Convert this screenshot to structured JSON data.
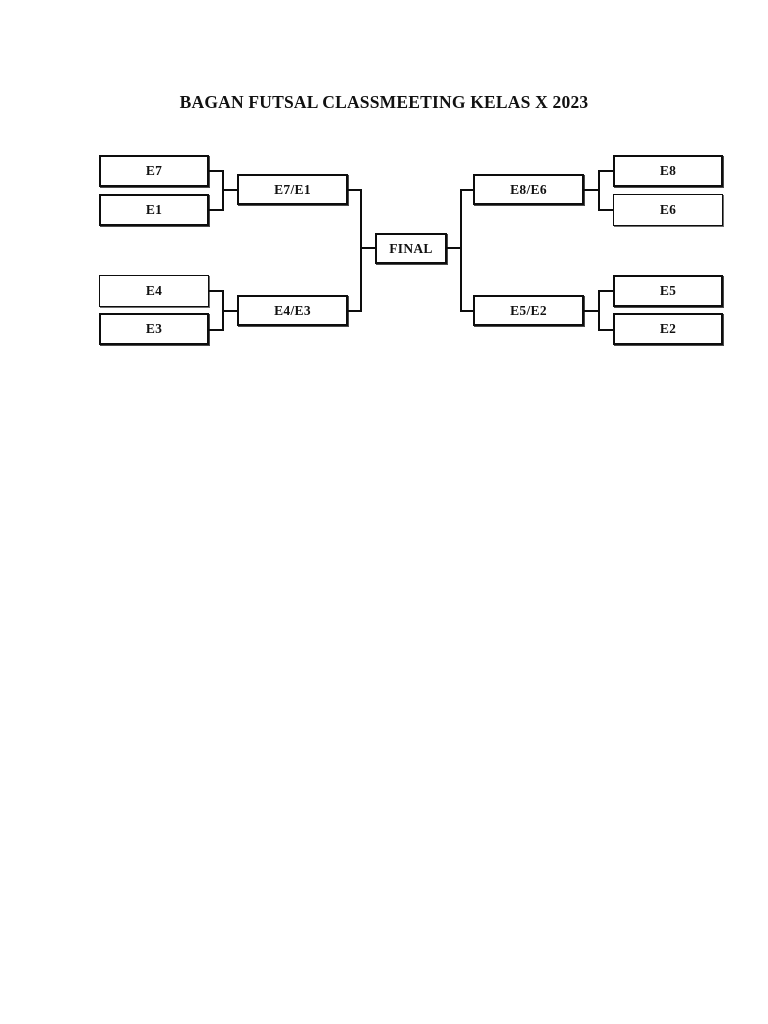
{
  "document": {
    "title": "BAGAN FUTSAL CLASSMEETING KELAS X 2023"
  },
  "bracket": {
    "type": "single-elimination",
    "team_count": 8,
    "left_half": {
      "top_match": {
        "teams": [
          "E7",
          "E1"
        ],
        "winner_slot": "E7/E1"
      },
      "bottom_match": {
        "teams": [
          "E4",
          "E3"
        ],
        "winner_slot": "E4/E3"
      }
    },
    "right_half": {
      "top_match": {
        "teams": [
          "E8",
          "E6"
        ],
        "winner_slot": "E8/E6"
      },
      "bottom_match": {
        "teams": [
          "E5",
          "E2"
        ],
        "winner_slot": "E5/E2"
      }
    },
    "final": {
      "label": "FINAL"
    }
  },
  "colors": {
    "page_background": "#ffffff",
    "line": "#0d0d0d",
    "text": "#111111"
  }
}
